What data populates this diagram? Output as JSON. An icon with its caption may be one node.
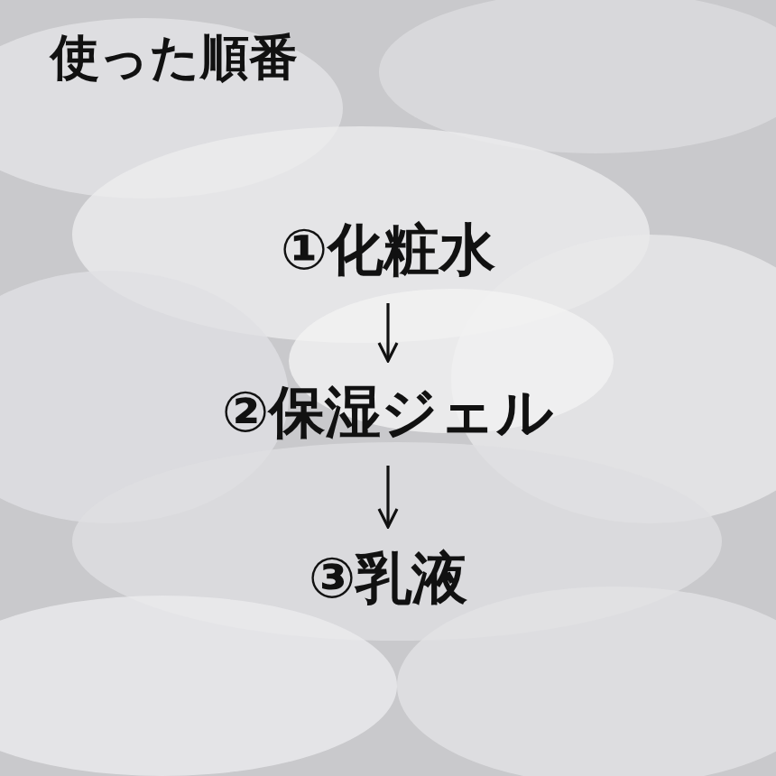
{
  "diagram": {
    "title": "使った順番",
    "nodes": [
      {
        "text": [
          "①化粧水"
        ]
      },
      {
        "text": [
          "②保湿ジェル"
        ]
      },
      {
        "text": [
          "③乳液"
        ]
      }
    ],
    "edges": [
      {
        "from": 0,
        "to": 1,
        "arrow": "to"
      },
      {
        "from": 1,
        "to": 2,
        "arrow": "to"
      }
    ]
  }
}
